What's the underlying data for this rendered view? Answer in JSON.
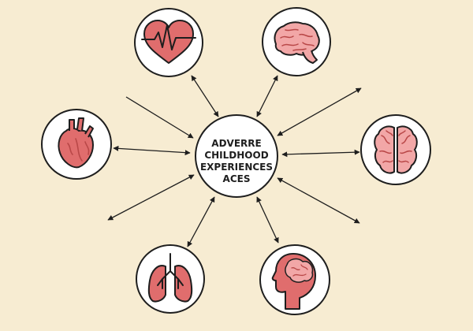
{
  "center": {
    "lines": [
      "ADVERRE",
      "CHILDHOOD",
      "EXPERIENCES",
      "ACES"
    ]
  },
  "colors": {
    "background": "#f7ecd2",
    "circle_fill": "#ffffff",
    "outline": "#1e1e1e",
    "organ_fill": "#e06d6d",
    "organ_detail": "#b94848"
  },
  "nodes": [
    {
      "icon": "heart-rate-icon"
    },
    {
      "icon": "brain-side-icon"
    },
    {
      "icon": "brain-top-icon"
    },
    {
      "icon": "head-brain-icon"
    },
    {
      "icon": "lungs-icon"
    },
    {
      "icon": "anatomical-heart-icon"
    }
  ]
}
